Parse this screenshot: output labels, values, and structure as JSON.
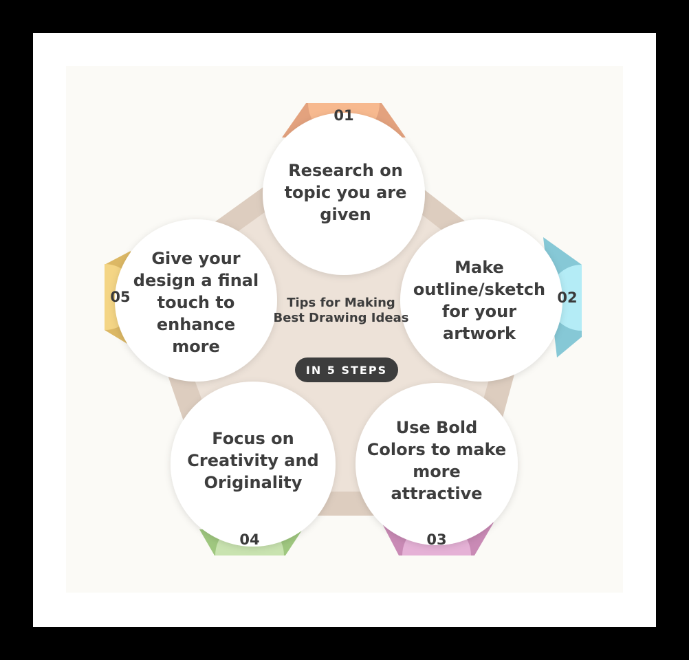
{
  "center": {
    "title": "Tips for Making Best Drawing Ideas",
    "subtitle": "IN 5 STEPS"
  },
  "steps": [
    {
      "number": "01",
      "text": "Research  on topic you are given",
      "color": "#f7b98f",
      "tab_color": "#e3a27e"
    },
    {
      "number": "02",
      "text": "Make outline/sketch for your artwork",
      "color": "#b4ecf6",
      "tab_color": "#86c8d6"
    },
    {
      "number": "03",
      "text": "Use Bold Colors to make more attractive",
      "color": "#e5b1d6",
      "tab_color": "#c98ab5"
    },
    {
      "number": "04",
      "text": "Focus on Creativity and Originality",
      "color": "#c9e3b0",
      "tab_color": "#9fc77f"
    },
    {
      "number": "05",
      "text": "Give your design a final touch to enhance more",
      "color": "#f4d585",
      "tab_color": "#dcb865"
    }
  ]
}
